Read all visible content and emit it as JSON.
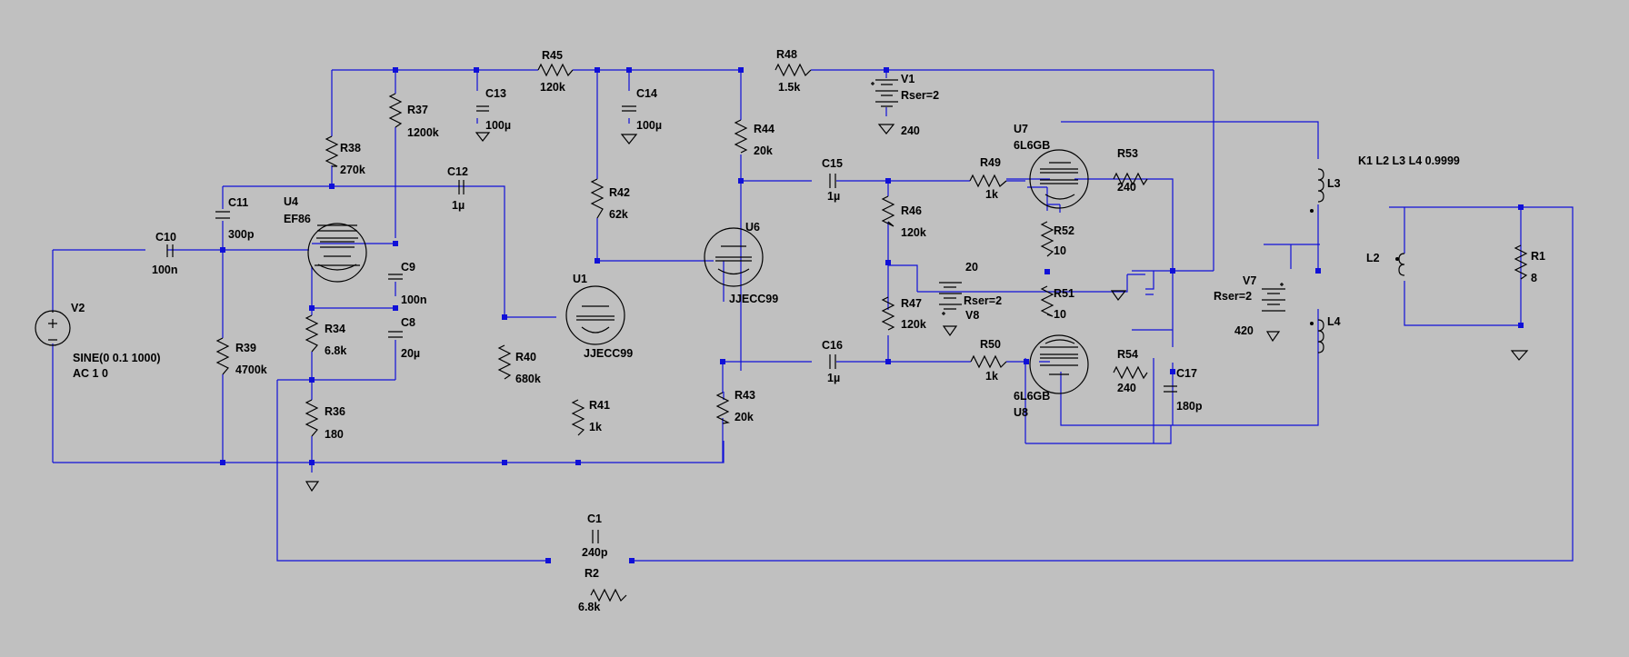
{
  "parts": [
    {
      "id": "R45",
      "name": "R45",
      "value": "120k"
    },
    {
      "id": "R48",
      "name": "R48",
      "value": "1.5k"
    },
    {
      "id": "C13",
      "name": "C13",
      "value": "100µ"
    },
    {
      "id": "C14",
      "name": "C14",
      "value": "100µ"
    },
    {
      "id": "V1",
      "name": "V1",
      "value": "Rser=2",
      "extra": "240"
    },
    {
      "id": "R37",
      "name": "R37",
      "value": "1200k"
    },
    {
      "id": "R38",
      "name": "R38",
      "value": "270k"
    },
    {
      "id": "C12",
      "name": "C12",
      "value": "1µ"
    },
    {
      "id": "C11",
      "name": "C11",
      "value": "300p"
    },
    {
      "id": "U4",
      "name": "U4",
      "value": "EF86"
    },
    {
      "id": "C10",
      "name": "C10",
      "value": "100n"
    },
    {
      "id": "V2",
      "name": "V2",
      "value": "SINE(0 0.1 1000)",
      "extra": "AC 1 0"
    },
    {
      "id": "C9",
      "name": "C9",
      "value": "100n"
    },
    {
      "id": "C8",
      "name": "C8",
      "value": "20µ"
    },
    {
      "id": "R34",
      "name": "R34",
      "value": "6.8k"
    },
    {
      "id": "R36",
      "name": "R36",
      "value": "180"
    },
    {
      "id": "R39",
      "name": "R39",
      "value": "4700k"
    },
    {
      "id": "R42",
      "name": "R42",
      "value": "62k"
    },
    {
      "id": "U1",
      "name": "U1",
      "value": "JJECC99"
    },
    {
      "id": "R40",
      "name": "R40",
      "value": "680k"
    },
    {
      "id": "R41",
      "name": "R41",
      "value": "1k"
    },
    {
      "id": "R44",
      "name": "R44",
      "value": "20k"
    },
    {
      "id": "U6",
      "name": "U6",
      "value": "JJECC99"
    },
    {
      "id": "R43",
      "name": "R43",
      "value": "20k"
    },
    {
      "id": "C15",
      "name": "C15",
      "value": "1µ"
    },
    {
      "id": "C16",
      "name": "C16",
      "value": "1µ"
    },
    {
      "id": "R46",
      "name": "R46",
      "value": "120k"
    },
    {
      "id": "R47",
      "name": "R47",
      "value": "120k"
    },
    {
      "id": "V8",
      "name": "V8",
      "value": "Rser=2",
      "extra": "20"
    },
    {
      "id": "R49",
      "name": "R49",
      "value": "1k"
    },
    {
      "id": "R50",
      "name": "R50",
      "value": "1k"
    },
    {
      "id": "U7",
      "name": "U7",
      "value": "6L6GB"
    },
    {
      "id": "U8",
      "name": "U8",
      "value": "6L6GB"
    },
    {
      "id": "R53",
      "name": "R53",
      "value": "240"
    },
    {
      "id": "R54",
      "name": "R54",
      "value": "240"
    },
    {
      "id": "R52",
      "name": "R52",
      "value": "10"
    },
    {
      "id": "R51",
      "name": "R51",
      "value": "10"
    },
    {
      "id": "C17",
      "name": "C17",
      "value": "180p"
    },
    {
      "id": "V7",
      "name": "V7",
      "value": "Rser=2",
      "extra": "420"
    },
    {
      "id": "L3",
      "name": "L3",
      "value": ""
    },
    {
      "id": "L4",
      "name": "L4",
      "value": ""
    },
    {
      "id": "L2",
      "name": "L2",
      "value": ""
    },
    {
      "id": "R1",
      "name": "R1",
      "value": "8"
    },
    {
      "id": "C1",
      "name": "C1",
      "value": "240p"
    },
    {
      "id": "R2",
      "name": "R2",
      "value": "6.8k"
    }
  ],
  "directives": [
    "K1 L2 L3 L4 0.9999"
  ],
  "colors": {
    "background": "#c0c0c0",
    "wire": "#1010d8",
    "component": "#000000",
    "text": "#000000"
  }
}
